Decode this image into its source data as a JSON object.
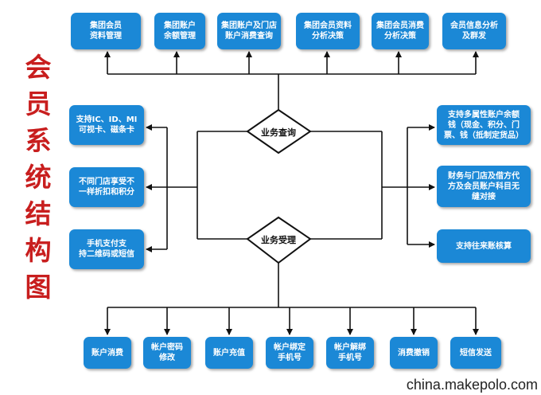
{
  "title_chars": [
    "会",
    "员",
    "系",
    "统",
    "结",
    "构",
    "图"
  ],
  "top_boxes": [
    "集团会员\n资料管理",
    "集团账户\n余额管理",
    "集团账户及门店\n账户消费查询",
    "集团会员资料\n分析决策",
    "集团会员消费\n分析决策",
    "会员信息分析\n及群发"
  ],
  "left_boxes": [
    "支持IC、ID、MI\n可视卡、磁条卡",
    "不同门店享受不\n一样折扣和积分",
    "手机支付支\n持二维码或短信"
  ],
  "right_boxes": [
    "支持多属性账户余额\n钱（现金、积分、门\n票、钱（抵制定货品）",
    "财务与门店及借方代\n方及会员账户科目无\n缝对接",
    "支持往来账核算"
  ],
  "diamonds": {
    "query": "业务查询",
    "accept": "业务受理"
  },
  "bottom_boxes": [
    "账户消费",
    "帐户密码\n修改",
    "账户充值",
    "帐户绑定\n手机号",
    "帐户解绑\n手机号",
    "消费撤销",
    "短信发送"
  ],
  "watermark": "china.makepolo.com",
  "colors": {
    "box_fill": "#1b88d6",
    "title": "#c81e1e",
    "line": "#111111"
  }
}
